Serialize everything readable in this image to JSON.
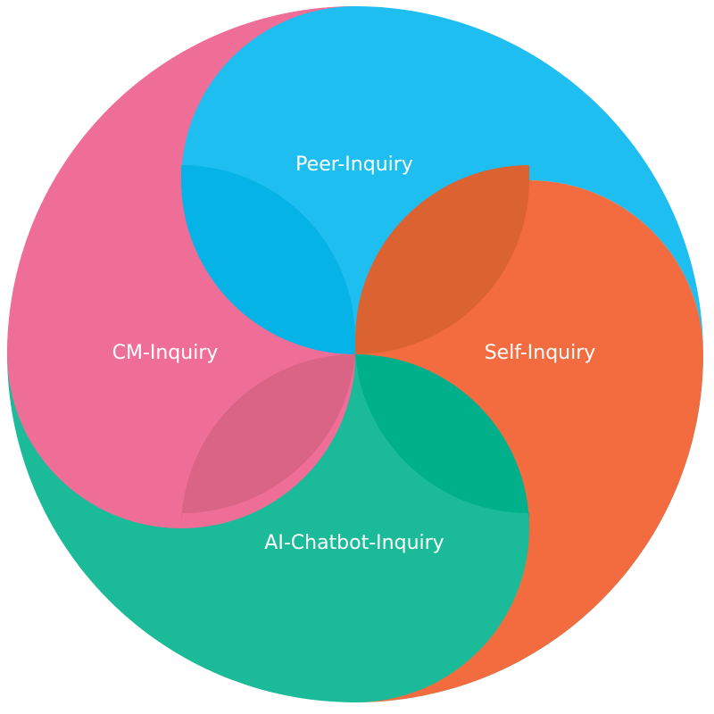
{
  "segments": [
    {
      "id": "peer",
      "label": "Peer-Inquiry",
      "color": "#1ebef0",
      "overlap_color": "#05b3e6"
    },
    {
      "id": "self",
      "label": "Self-Inquiry",
      "color": "#f26c40",
      "overlap_color": "#db6332"
    },
    {
      "id": "chatbot",
      "label": "AI-Chatbot-Inquiry",
      "color": "#1bbb99",
      "overlap_color": "#00b08a"
    },
    {
      "id": "cm",
      "label": "CM-Inquiry",
      "color": "#ef6e98",
      "overlap_color": "#d96486"
    }
  ]
}
